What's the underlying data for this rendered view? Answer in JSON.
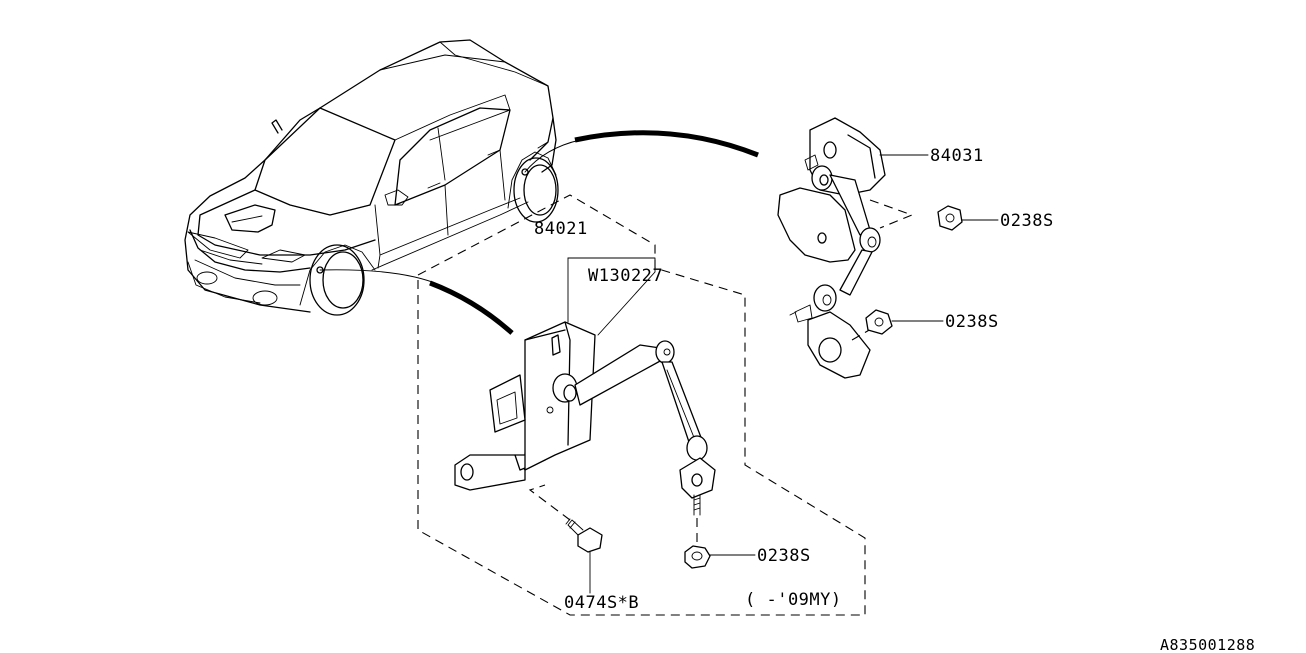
{
  "callouts": {
    "sensor_front": "84031",
    "sensor_rear": "84021",
    "link": "W130227",
    "nut_a": "0238S",
    "nut_b": "0238S",
    "nut_c": "0238S",
    "bolt": "0474S*B",
    "model_year": "( -'09MY)"
  },
  "diagram_code": "A835001288"
}
